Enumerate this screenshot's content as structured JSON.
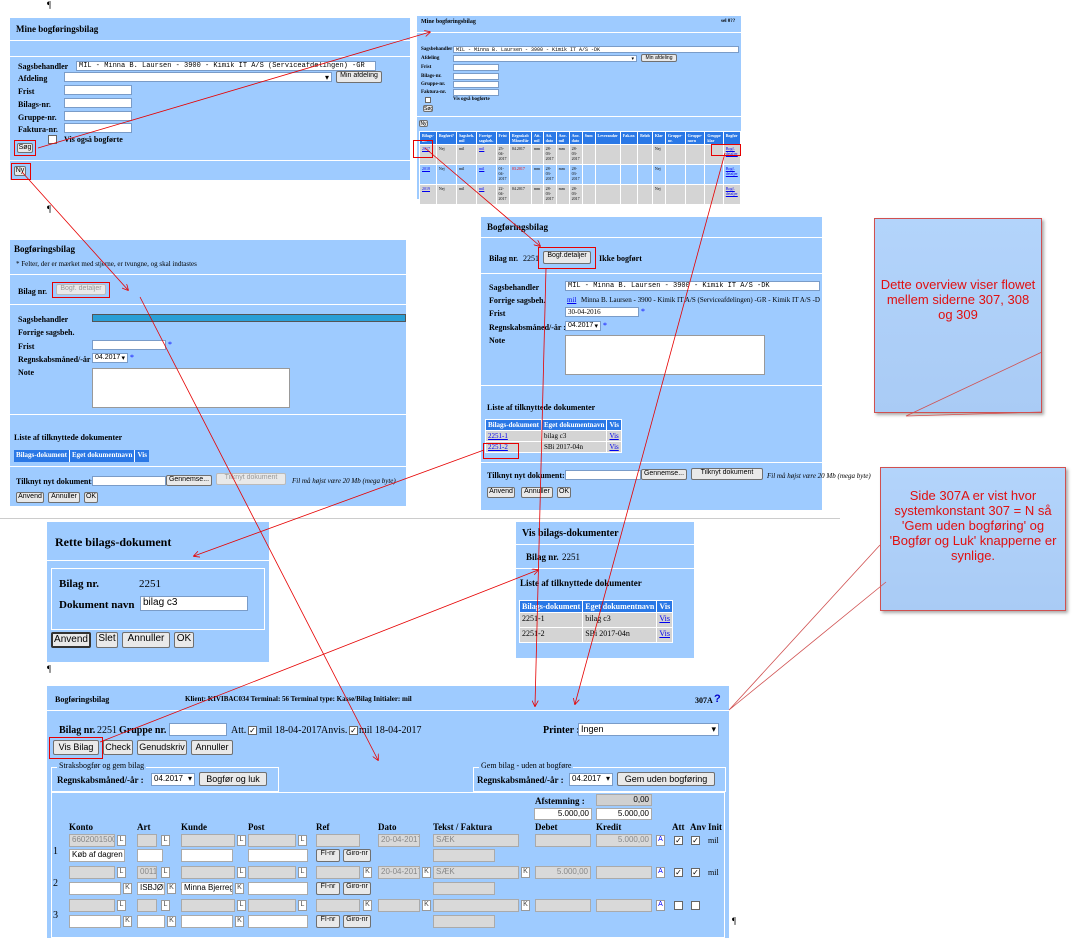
{
  "p1": {
    "title": "Mine bogføringsbilag",
    "labels": [
      "Sagsbehandler",
      "Afdeling",
      "Frist",
      "Bilags-nr.",
      "Gruppe-nr.",
      "Faktura-nr."
    ],
    "sagsbehandler_value": "MIL  - Minna B. Laursen                    - 3900 - Kimik IT A/S (Serviceafdelingen) -GR",
    "min_afdeling": "Min afdeling",
    "vis_bogforte": "Vis også bogførte",
    "sog": "Søg",
    "ny": "Ny"
  },
  "p2": {
    "title": "Mine bogføringsbilag",
    "code": "sel 0??",
    "labels": [
      "Sagsbehandler",
      "Afdeling",
      "Frist",
      "Bilags-nr.",
      "Gruppe-nr.",
      "Faktura-nr."
    ],
    "sagsbehandler_value": "MIL  - Minna B. Laursen               - 3900 - Kimik IT A/S -DK",
    "min_afdeling": "Min afdeling",
    "vis_bogforte": "Vis også bogførte",
    "sog": "Søg",
    "ny": "Ny",
    "headers": [
      "Bilags-nr.",
      "Bogført?",
      "Sagsbeh. mil",
      "Forrige sagsbeh.",
      "Frist",
      "Regnskab Måned/år",
      "Att. mil",
      "Att. dato",
      "Anv. mil",
      "Anv. dato",
      "Sum",
      "Leverandør",
      "Fak.nr.",
      "Beløb",
      "Klar",
      "Gruppe-nr.",
      "Gruppe-navn",
      "Gruppe klar",
      "Bogfør"
    ],
    "rows": [
      {
        "nr": "2017",
        "bog": "Nej",
        "sb": "mil",
        "fsb": "mil",
        "frist": "25-04-2017",
        "reg": "04.2017",
        "att": "mm",
        "adato": "28-03-2017",
        "anv": "mm",
        "anvdato": "28-03-2017",
        "klar": "Nej",
        "bogfor": "Bogf. detaljer"
      },
      {
        "nr": "2018",
        "bog": "Nej",
        "sb": "mil",
        "fsb": "mil",
        "frist": "01-04-2017",
        "reg": "03.2017",
        "att": "mm",
        "adato": "28-03-2017",
        "anv": "mm",
        "anvdato": "28-03-2017",
        "klar": "Nej",
        "bogfor": "Bogf. detaljer"
      },
      {
        "nr": "2019",
        "bog": "Nej",
        "sb": "mil",
        "fsb": "mil",
        "frist": "22-04-2017",
        "reg": "04.2017",
        "att": "mm",
        "adato": "28-03-2017",
        "anv": "mm",
        "anvdato": "28-03-2017",
        "klar": "Nej",
        "bogfor": "Bogf. detaljer"
      }
    ]
  },
  "p3": {
    "title": "Bogføringsbilag",
    "required_note": "* Felter, der er mærket med stjerne, er tvungne, og skal indtastes",
    "bilag_nr": "Bilag nr.",
    "bogf_detaljer": "Bogf. detaljer",
    "labels": [
      "Sagsbehandler",
      "Forrige sagsbeh.",
      "Frist",
      "Regnskabsmåned/-år :",
      "Note"
    ],
    "regnskab": "04.2017",
    "list_title": "Liste af tilknyttede dokumenter",
    "doc_headers": [
      "Bilags-dokument",
      "Eget dokumentnavn",
      "Vis"
    ],
    "tilknyt_label": "Tilknyt nyt dokument:",
    "gennemse": "Gennemse...",
    "tilknyt_btn": "Tilknyt dokument",
    "fil_note": "Fil må højst være 20 Mb (mega byte)",
    "buttons": [
      "Anvend",
      "Annuller",
      "OK"
    ]
  },
  "p4": {
    "title": "Bogføringsbilag",
    "bilag_nr": "Bilag nr.",
    "bilag_val": "2251",
    "bogf_detaljer": "Bogf.detaljer",
    "ikke_bogfort": "Ikke bogført",
    "labels": [
      "Sagsbehandler",
      "Forrige sagsbeh.",
      "Frist",
      "Regnskabsmåned/-år :",
      "Note"
    ],
    "sagsbehandler_value": "MIL  - Minna B. Laursen                    - 3900 - Kimik IT A/S -DK",
    "forrige_link": "mil",
    "forrige_text": "Minna B. Laursen - 3900 - Kimik IT A/S (Serviceafdelingen) -GR - Kimik IT A/S -D",
    "frist_val": "30-04-2016",
    "regnskab": "04.2017",
    "list_title": "Liste af tilknyttede dokumenter",
    "doc_headers": [
      "Bilags-dokument",
      "Eget dokumentnavn",
      "Vis"
    ],
    "docs": [
      {
        "doc": "2251-1",
        "name": "bilag c3",
        "vis": "Vis"
      },
      {
        "doc": "2251-2",
        "name": "SBi 2017-04n",
        "vis": "Vis"
      }
    ],
    "tilknyt_label": "Tilknyt nyt dokument:",
    "gennemse": "Gennemse...",
    "tilknyt_btn": "Tilknyt dokument",
    "fil_note": "Fil må højst være 20 Mb (mega byte)",
    "buttons": [
      "Anvend",
      "Annuller",
      "OK"
    ]
  },
  "p5": {
    "title": "Rette bilags-dokument",
    "bilag_label": "Bilag nr.",
    "bilag_val": "2251",
    "doc_label": "Dokument navn",
    "doc_val": "bilag c3",
    "buttons": [
      "Anvend",
      "Slet",
      "Annuller",
      "OK"
    ]
  },
  "p6": {
    "title": "Vis bilags-dokumenter",
    "bilag_label": "Bilag nr.",
    "bilag_val": "2251",
    "list_title": "Liste af tilknyttede dokumenter",
    "doc_headers": [
      "Bilags-dokument",
      "Eget dokumentnavn",
      "Vis"
    ],
    "docs": [
      {
        "doc": "2251-1",
        "name": "bilag c3",
        "vis": "Vis"
      },
      {
        "doc": "2251-2",
        "name": "SBi 2017-04n",
        "vis": "Vis"
      }
    ]
  },
  "p7": {
    "title": "Bogføringsbilag",
    "client": "Klient: KIVIBAC034 Terminal: 56 Terminal type: Kasse/Bilag Initialer: mil",
    "code": "307A",
    "help": "?",
    "bilag_nr_label": "Bilag nr.",
    "bilag_nr_val": "2251",
    "gruppe_label": "Gruppe nr.",
    "att_label": "Att.",
    "att_val": "mil 18-04-2017",
    "anvis_label": "Anvis.",
    "anvis_val": "mil 18-04-2017",
    "printer_label": "Printer :",
    "printer_val": "Ingen",
    "buttons": [
      "Vis Bilag",
      "Check",
      "Genudskriv",
      "Annuller"
    ],
    "straks_legend": "Straksbogfør og gem bilag",
    "gem_legend": "Gem bilag - uden at bogføre",
    "regnskab_label": "Regnskabsmåned/-år :",
    "regnskab_val": "04.2017",
    "bogfor_luk": "Bogfør og luk",
    "gem_uden": "Gem uden bogføring",
    "afstemning_label": "Afstemning :",
    "afstemning_val": "0,00",
    "sum_debet": "5.000,00",
    "sum_kredit": "5.000,00",
    "col_headers": [
      "Konto",
      "Art",
      "Kunde",
      "Post",
      "Ref",
      "Dato",
      "Tekst / Faktura",
      "Debet",
      "Kredit",
      "Att",
      "Anv",
      "Init"
    ],
    "rows": [
      {
        "n": "1",
        "konto": "6602001500",
        "konto2": "Køb af dagren",
        "art": "",
        "kunde": "",
        "post": "",
        "dato": "20-04-2017",
        "tekst": "SÆK",
        "debet": "",
        "kredit": "5.000,00",
        "init": "mil"
      },
      {
        "n": "2",
        "konto": "",
        "konto2": "",
        "art": "0011",
        "art2": "ISBJØI",
        "kunde": "",
        "kunde2": "Minna Bjerreg",
        "post": "",
        "dato": "20-04-2017",
        "tekst": "SÆK",
        "debet": "5.000,00",
        "kredit": "",
        "init": "mil"
      },
      {
        "n": "3",
        "konto": "",
        "konto2": "",
        "art": "",
        "kunde": "",
        "post": "",
        "dato": "",
        "tekst": "",
        "debet": "",
        "kredit": "",
        "init": ""
      }
    ],
    "fi_nr": "FI-nr",
    "giro_nr": "Giro-nr",
    "l": "L",
    "k": "K",
    "a": "A"
  },
  "notes": {
    "overview": "Dette overview viser flowet mellem siderne 307, 308 og 309",
    "side307a": "Side 307A er vist hvor systemkonstant 307 = N så 'Gem uden bogføring' og 'Bogfør og Luk' knapperne er synlige."
  },
  "pilcrow": "¶"
}
